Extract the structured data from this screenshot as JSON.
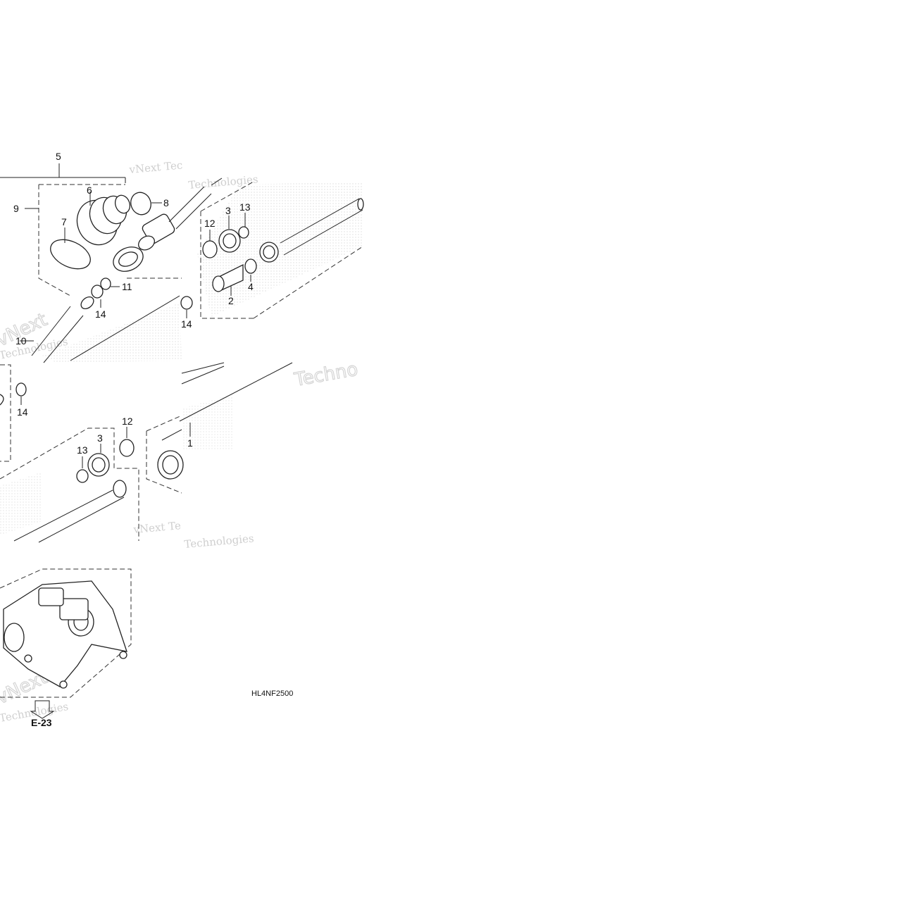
{
  "diagram": {
    "callouts": [
      {
        "id": "c5a",
        "text": "5"
      },
      {
        "id": "c6",
        "text": "6"
      },
      {
        "id": "c9",
        "text": "9"
      },
      {
        "id": "c7",
        "text": "7"
      },
      {
        "id": "c8",
        "text": "8"
      },
      {
        "id": "c11",
        "text": "11"
      },
      {
        "id": "c14a",
        "text": "14"
      },
      {
        "id": "c10",
        "text": "10"
      },
      {
        "id": "c12a",
        "text": "12"
      },
      {
        "id": "c3a",
        "text": "3"
      },
      {
        "id": "c13a",
        "text": "13"
      },
      {
        "id": "c4",
        "text": "4"
      },
      {
        "id": "c2",
        "text": "2"
      },
      {
        "id": "c14b",
        "text": "14"
      },
      {
        "id": "c14c",
        "text": "14"
      },
      {
        "id": "c12b",
        "text": "12"
      },
      {
        "id": "c13b",
        "text": "13"
      },
      {
        "id": "c3b",
        "text": "3"
      },
      {
        "id": "c1",
        "text": "1"
      }
    ],
    "drawing_code": "HL4NF2500",
    "ref_mark": "E-23",
    "watermarks": {
      "line1": "vNext Tec",
      "line2": "Technologies",
      "line3": "vNext Te",
      "line4": "vNext",
      "line5": "Technolo",
      "line6": "Techno"
    }
  }
}
